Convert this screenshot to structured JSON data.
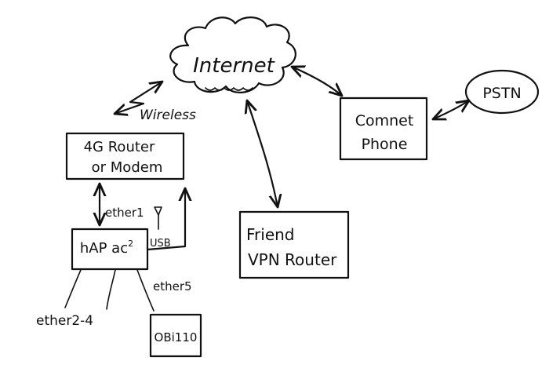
{
  "nodes": {
    "internet": "Internet",
    "pstn": "PSTN",
    "comnet_line1": "Comnet",
    "comnet_line2": "Phone",
    "router_line1": "4G Router",
    "router_line2": "or Modem",
    "hap_main": "hAP ac",
    "hap_sup": "2",
    "friend_line1": "Friend",
    "friend_line2": "VPN Router",
    "obi": "OBi110"
  },
  "links": {
    "wireless": "Wireless",
    "ether1": "ether1",
    "usb": "USB",
    "ether5": "ether5",
    "ether2_4": "ether2-4"
  }
}
